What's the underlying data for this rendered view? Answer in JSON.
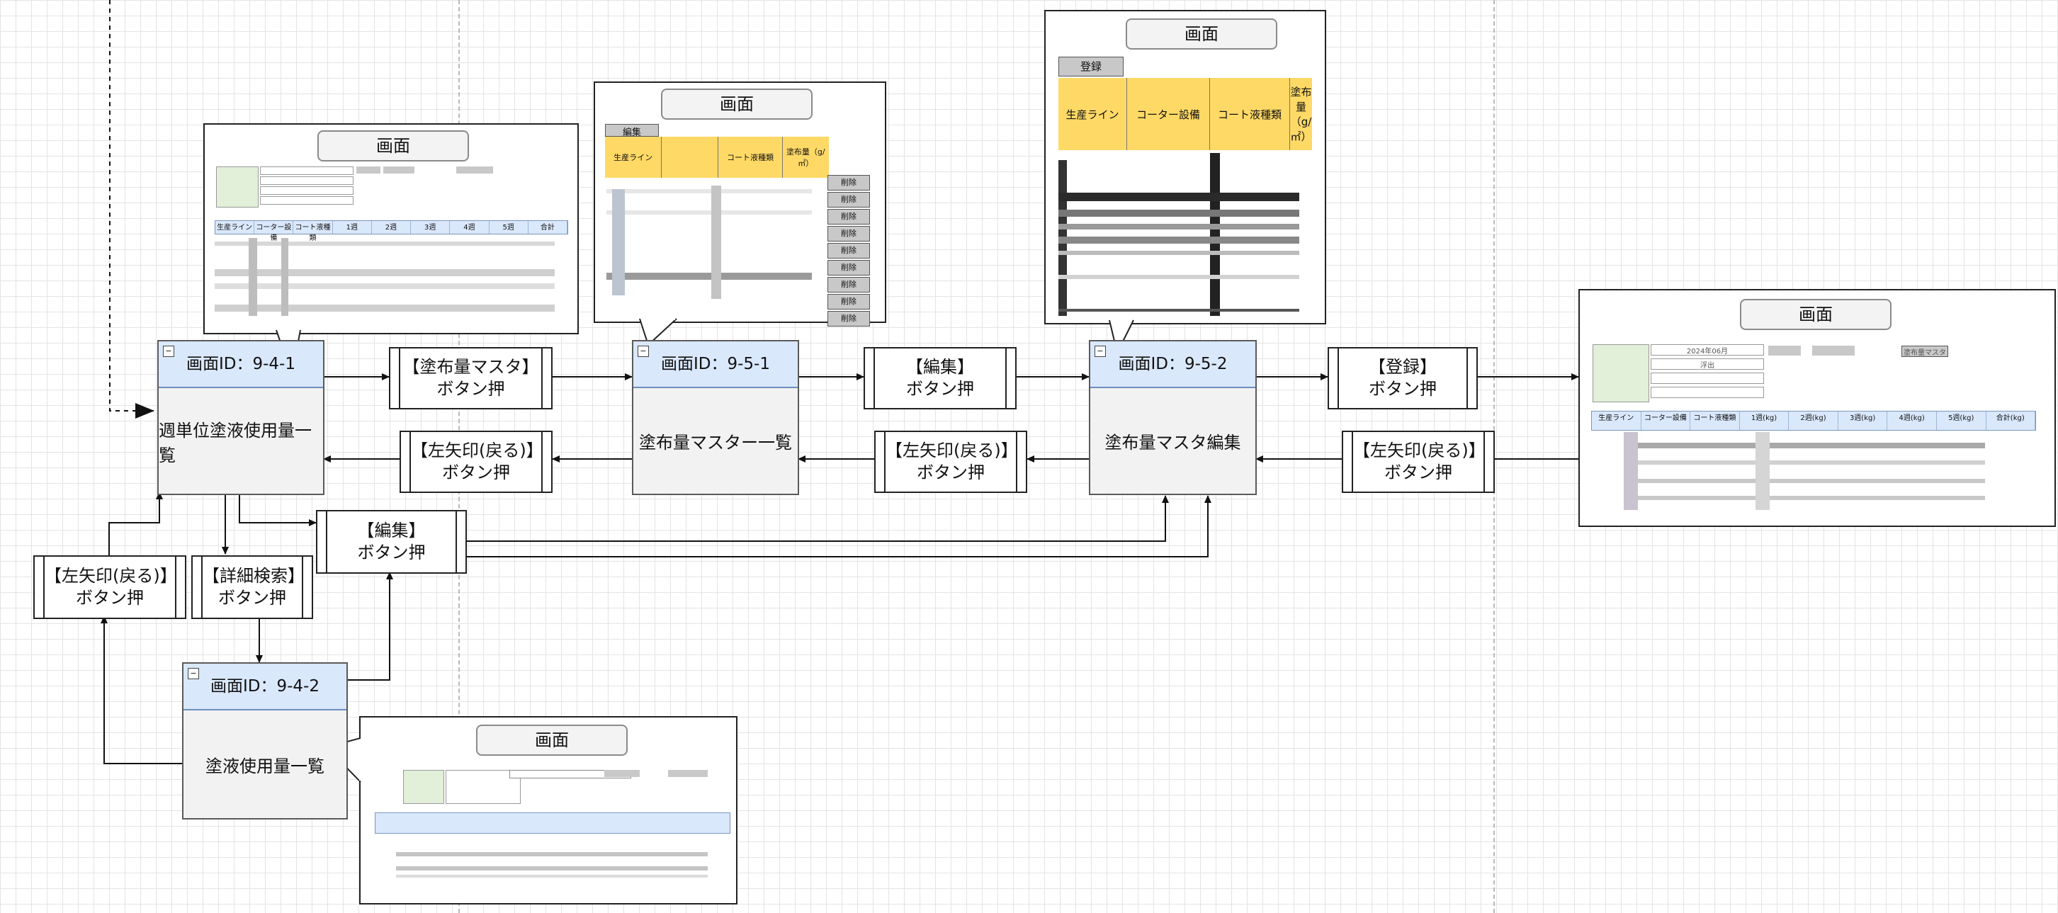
{
  "nodes": {
    "n941": {
      "id_label": "画面ID：9-4-1",
      "name": "週単位塗液使用量一覧"
    },
    "n942": {
      "id_label": "画面ID：9-4-2",
      "name": "塗液使用量一覧"
    },
    "n951": {
      "id_label": "画面ID：9-5-1",
      "name": "塗布量マスター一覧"
    },
    "n952": {
      "id_label": "画面ID：9-5-2",
      "name": "塗布量マスタ編集"
    }
  },
  "actions": {
    "mst": {
      "l1": "【塗布量マスタ】",
      "l2": "ボタン押"
    },
    "back1": {
      "l1": "【左矢印(戻る)】",
      "l2": "ボタン押"
    },
    "edit1": {
      "l1": "【編集】",
      "l2": "ボタン押"
    },
    "back2": {
      "l1": "【左矢印(戻る)】",
      "l2": "ボタン押"
    },
    "reg": {
      "l1": "【登録】",
      "l2": "ボタン押"
    },
    "back3": {
      "l1": "【左矢印(戻る)】",
      "l2": "ボタン押"
    },
    "edit2": {
      "l1": "【編集】",
      "l2": "ボタン押"
    },
    "back4": {
      "l1": "【左矢印(戻る)】",
      "l2": "ボタン押"
    },
    "detail": {
      "l1": "【詳細検索】",
      "l2": "ボタン押"
    }
  },
  "callouts": {
    "c1": {
      "title": "画面",
      "headers": [
        "生産ライン",
        "コーター設備",
        "コート液種類",
        "1週",
        "2週",
        "3週",
        "4週",
        "5週",
        "合計"
      ]
    },
    "c2": {
      "title": "画面",
      "button": "編集",
      "headers": [
        "生産ライン",
        "",
        "コート液種類",
        "塗布量（g/㎡）"
      ],
      "row_button": "削除",
      "row_count": 9
    },
    "c3": {
      "title": "画面",
      "button": "登録",
      "headers": [
        "生産ライン",
        "コーター設備",
        "コート液種類",
        "塗布量（g/㎡）"
      ]
    },
    "c4": {
      "title": "画面",
      "month_value": "2024年06月",
      "factory_value": "浮出",
      "headers": [
        "生産ライン",
        "コーター設備",
        "コート液種類",
        "1週(kg)",
        "2週(kg)",
        "3週(kg)",
        "4週(kg)",
        "5週(kg)",
        "合計(kg)"
      ],
      "master_button": "塗布量マスタ"
    },
    "c5": {
      "title": "画面"
    }
  }
}
